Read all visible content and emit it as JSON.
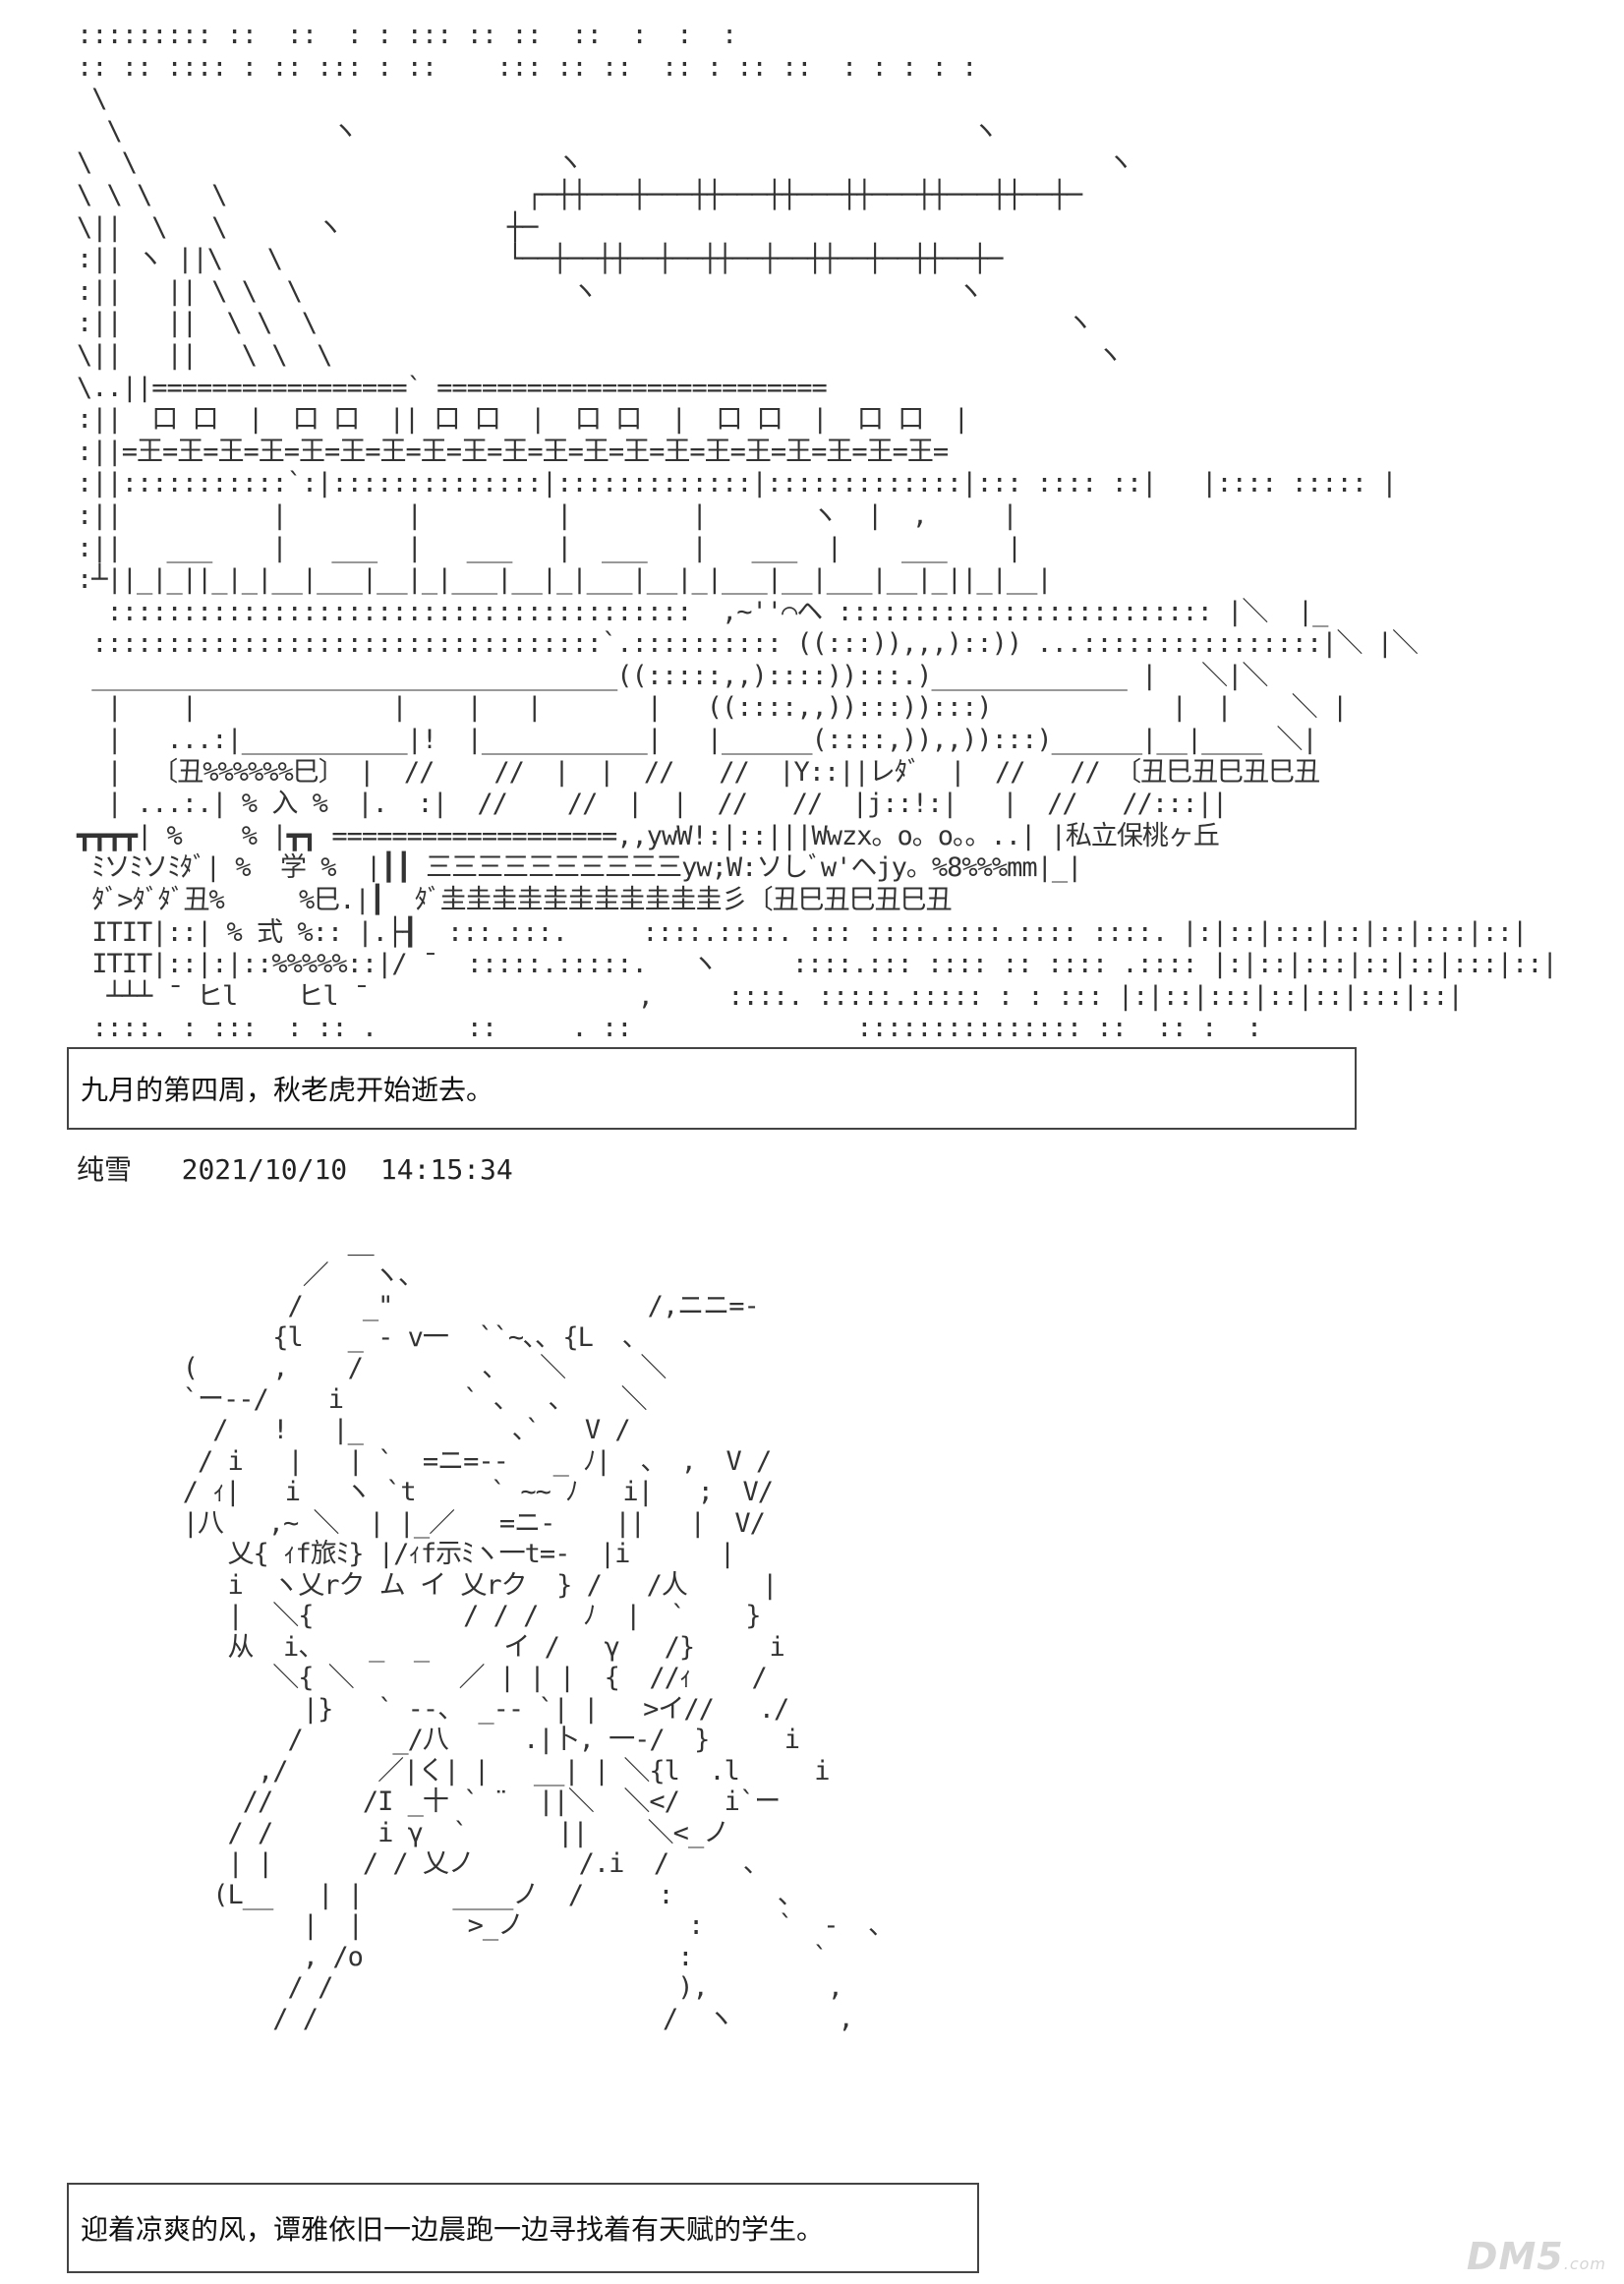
{
  "art_top": "::::::::: ::  ::  : : ::: :: ::  ::  :  :  :\n:: :: :::: : :: ::: : ::    ::: :: ::  :: : :: ::  : : : : :\n \\\n  \\              ヽ                                         ヽ\n\\  \\                            ヽ                                   ヽ\n\\ \\ \\    \\                    ┌─┼┼───┼───┼┼───┼┼───┼┼───┼┼───┼┼──┼─\n\\||  \\   \\      ヽ           ┼─\n:|| ヽ ||\\   \\               └──┼──┼┼──┼──┼┼──┼──┼┼──┼──┼┼──┼─\n:||   || \\ \\  \\                  ヽ                        ヽ\n:||   ||  \\ \\  \\                                                  ヽ\n\\||   ||   \\ \\  \\                                                   ヽ\n\\..||=================` ==========================\n:||  口 口  |  口 口  || 口 口  |  口 口  |  口 口  |  口 口  |\n:||=王=王=王=王=王=王=王=王=王=王=王=王=王=王=王=王=王=王=王=王=\n:||:::::::::::`:|::::::::::::::|:::::::::::::|:::::::::::::|::: :::: ::|   |:::: ::::: |\n:||          |        |         |        |       ヽ  |  ,     |\n:||   ___    |   ___  |   ___   |  ___   |   ___  |    ___    |\n:┴||_|_||_|_|__|___|__|_|___|__|_|___|__|_|___|__|___|__|_||_|__|\n  :::::::::::::::::::::::::::::::::::::::  ,~''⌒ヘ ::::::::::::::::::::::::: |＼  |_\n ::::::::::::::::::::::::::::::::::`.:::::::::: ((:::)),,,)::)) ...::::::::::::::::|＼ |＼\n ___________________________________((:::::,,)::::)):::.)_____________ |   ＼|＼\n  |    |             |    |   |       |   ((::::,,)):::)):::)            |  |    ＼ |\n  |   ...:|___________|!  |___________|   |______(::::,)),,)):::)______|__|____ ＼|\n  |  〔丑%%%%%%巳〕 |  //    //  |  |  //   //  |Y::||レﾀﾞ  |  //   // 〔丑巳丑巳丑巳丑\n  | ...:.| % 入 %  |.  :|  //    //  |  |  //   //  |j::!:|   |  //   //:::||\n┳┳┳┳| %    % |┳┓ ===================,,ywW!:|::|||Wwzx。o。o。。..| |私立保桃ヶ丘\n ﾐソﾐソﾐﾀﾞ| %  学 %  |┃┃ 三三三三三三三三三三yw;W:ソしﾞw'ヘjy。%8%%%mm|_|\n ﾀﾞ>ﾀﾞﾀﾞ丑%     %巳.|┃  ﾀﾞ圭圭圭圭圭圭圭圭圭圭圭彡〔丑巳丑巳丑巳丑\n IΤIΤ|::| % 式 %:: |.├┨  :::.:::.     ::::.::::. ::: ::::.::::.:::: ::::. |:|::|:::|::|::|:::|::|\n IΤIΤ|::|:|::%%%%%::|/ ̄   :::::.:::::.   ヽ     ::::.::: :::: :: :::: .:::: |:|::|:::|::|::|:::|::|\n  ┴┴┴ ̄  ヒl    ヒl ̄                   ,     ::::. :::::.::::: : : ::: |:|::|:::|::|::|:::|::|\n ::::. : :::  : :: .      ::     . ::               ::::::::::::::: ::  :: :  :\n          \"                          \"                          \"",
  "caption_1": "九月的第四周，秋老虎开始逝去。",
  "post": {
    "author": "纯雪",
    "datetime": "2021/10/10  14:15:34"
  },
  "art_girl": "              ＿\n           ／   ヽ､\n          /    _\"                 /,ニニ=-\n         {l   _ - v一  ``~､､ {L  ､\n   (     ,    /        ､   ＼     ＼\n   `ー-‐/    i        ` 、  ､    ＼\n     /   !   |_          ､`   V /\n    / i   |   | `  =ニ=--   _ ﾉ|  、 ,  V /\n   / ｨ|   i   ヽ `t     ` ~~ ﾉ   i|   ;  V/\n   |八   ,~ ＼  | |_／   =ニ-    ||   |  V/\n      乂{ ｨf旅ﾐ} |/ｨf示ﾐヽ一t=-  |i      |\n      i  ヽ乂rク ム イ 乂rク  } /   /人     |\n      |  ＼{          / / /   ﾉ  |  `    }\n      从  i、   _  _     イ /   γ   /}     i\n         ＼{ ＼       ／ | | |  {  //ｨ    /\n           |}   ` --、 _-- `| |   >イ//   ./\n          /      _/八     .|卜, 一-/  }     i\n        ,/      ／|く| |   __| | ＼{l  .l     i\n       //      /I _十 ` ¨  ||＼  ＼</   i`ー\n      / /       i γ  `      ||    ＼<_ノ\n      | |      / / 乂ノ       /.i  /     ､\n     (L__   | |      ____ノ  /     :       ､\n           |  |       >_ノ           :     `  -  、\n           , /o                     :        `\n          / /                       ),        ,\n         / /                       /  ヽ       ,",
  "caption_2": "迎着凉爽的风，谭雅依旧一边晨跑一边寻找着有天赋的学生。",
  "watermark": {
    "brand": "DM5",
    "suffix": ".com"
  }
}
